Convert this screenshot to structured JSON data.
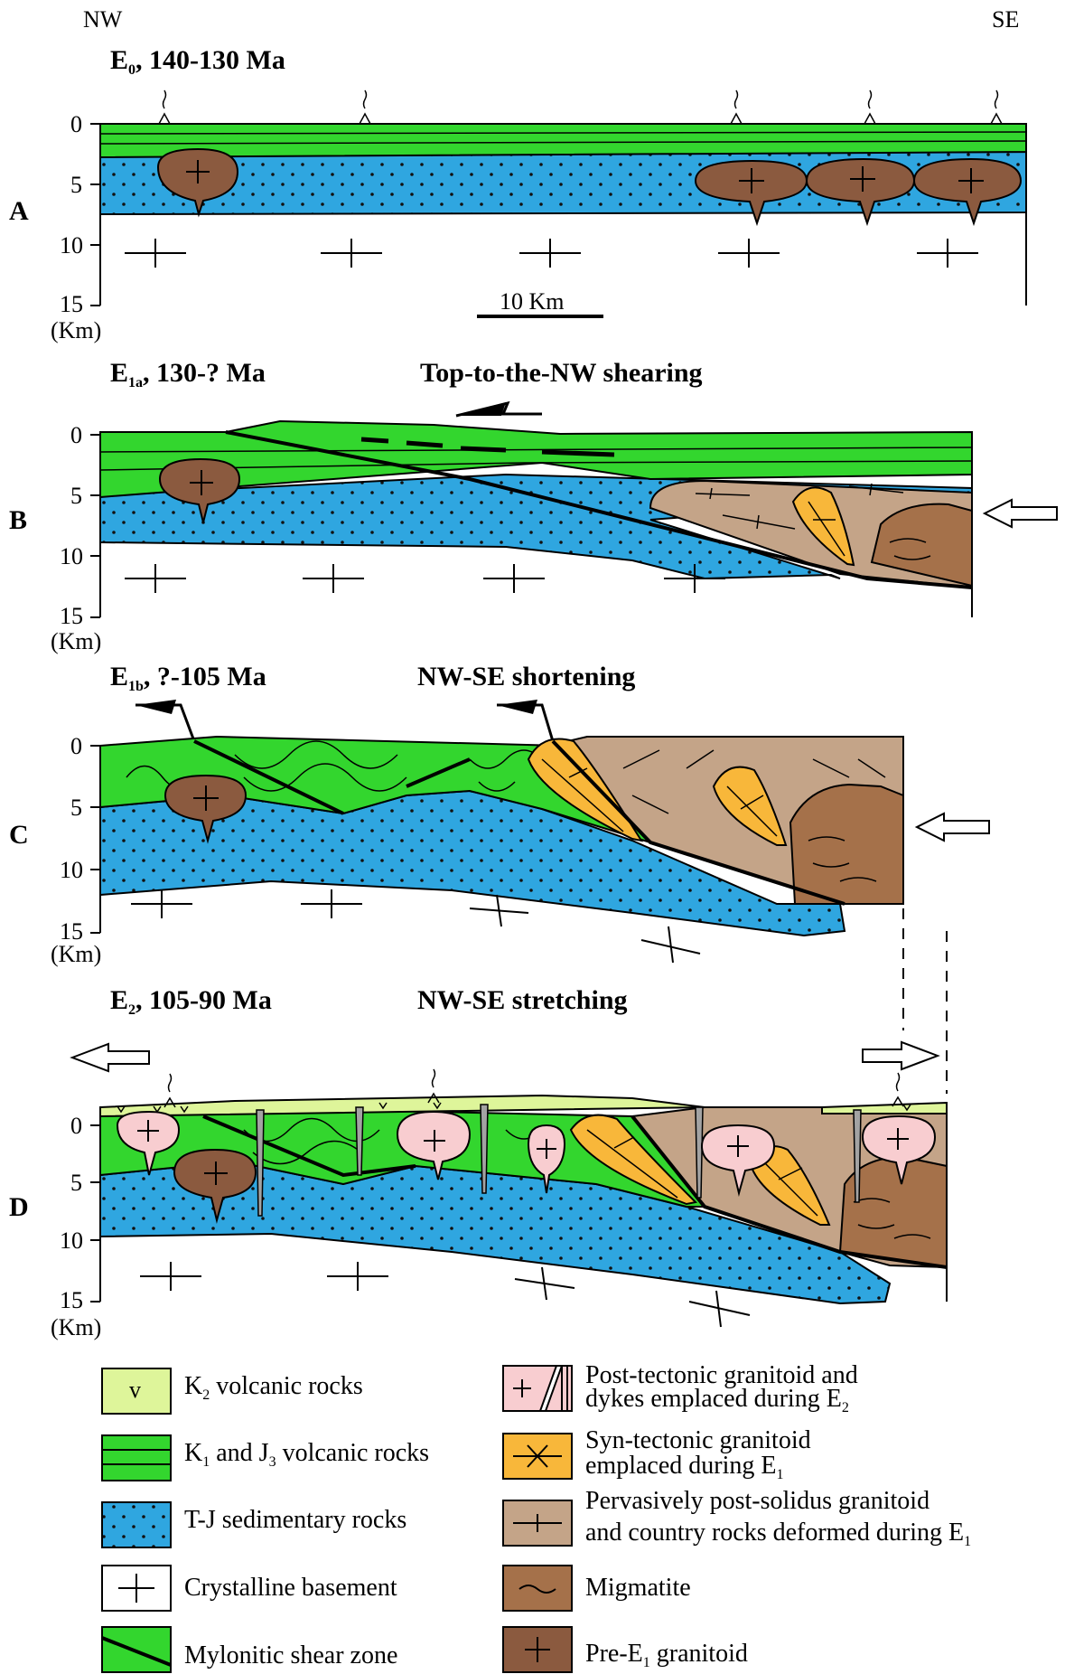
{
  "orientation": {
    "left": "NW",
    "right": "SE"
  },
  "panels": [
    {
      "letter": "A",
      "stage": "E",
      "stage_sub": "0",
      "time": ", 140-130 Ma",
      "process": ""
    },
    {
      "letter": "B",
      "stage": "E",
      "stage_sub": "1a",
      "time": ", 130-? Ma",
      "process": "Top-to-the-NW shearing"
    },
    {
      "letter": "C",
      "stage": "E",
      "stage_sub": "1b",
      "time": ", ?-105 Ma",
      "process": "NW-SE shortening"
    },
    {
      "letter": "D",
      "stage": "E",
      "stage_sub": "2",
      "time": ", 105-90 Ma",
      "process": "NW-SE stretching"
    }
  ],
  "depth_ticks": [
    "0",
    "5",
    "10",
    "15"
  ],
  "depth_unit": "(Km)",
  "scale_bar": "10 Km",
  "legend": {
    "k2_volcanic": {
      "a": "K",
      "a_sub": "2",
      "b": " volcanic rocks",
      "symbol": "v"
    },
    "k1_j3_volcanic": {
      "a": "K",
      "a_sub": "1",
      "b": "  and J",
      "b_sub": "3",
      "c": " volcanic rocks"
    },
    "tj_sedimentary": {
      "text": "T-J sedimentary rocks"
    },
    "crystalline_basement": {
      "text": "Crystalline basement"
    },
    "mylonitic_shear_zone": {
      "text": "Mylonitic shear zone"
    },
    "post_tectonic": {
      "line1": "Post-tectonic granitoid and",
      "line2a": "dykes emplaced during E",
      "line2_sub": "2"
    },
    "syn_tectonic": {
      "line1": "Syn-tectonic granitoid",
      "line2a": "emplaced during E",
      "line2_sub": "1"
    },
    "pervasively": {
      "line1": "Pervasively post-solidus granitoid",
      "line2a": "and country rocks deformed during E",
      "line2_sub": "1"
    },
    "migmatite": {
      "text": "Migmatite"
    },
    "pre_e1_granitoid": {
      "a": "Pre-E",
      "a_sub": "1",
      "b": " granitoid"
    }
  },
  "colors": {
    "k1_j3_volcanic": "#33d62e",
    "tj_sedimentary": "#2fa6e0",
    "k2_volcanic": "#def59a",
    "pre_e1_granitoid": "#8b5a3f",
    "post_tectonic_granitoid": "#f8cdd0",
    "syn_tectonic_granitoid": "#f8b73a",
    "deformed_rocks": "#c4a488",
    "migmatite": "#a5714a"
  }
}
